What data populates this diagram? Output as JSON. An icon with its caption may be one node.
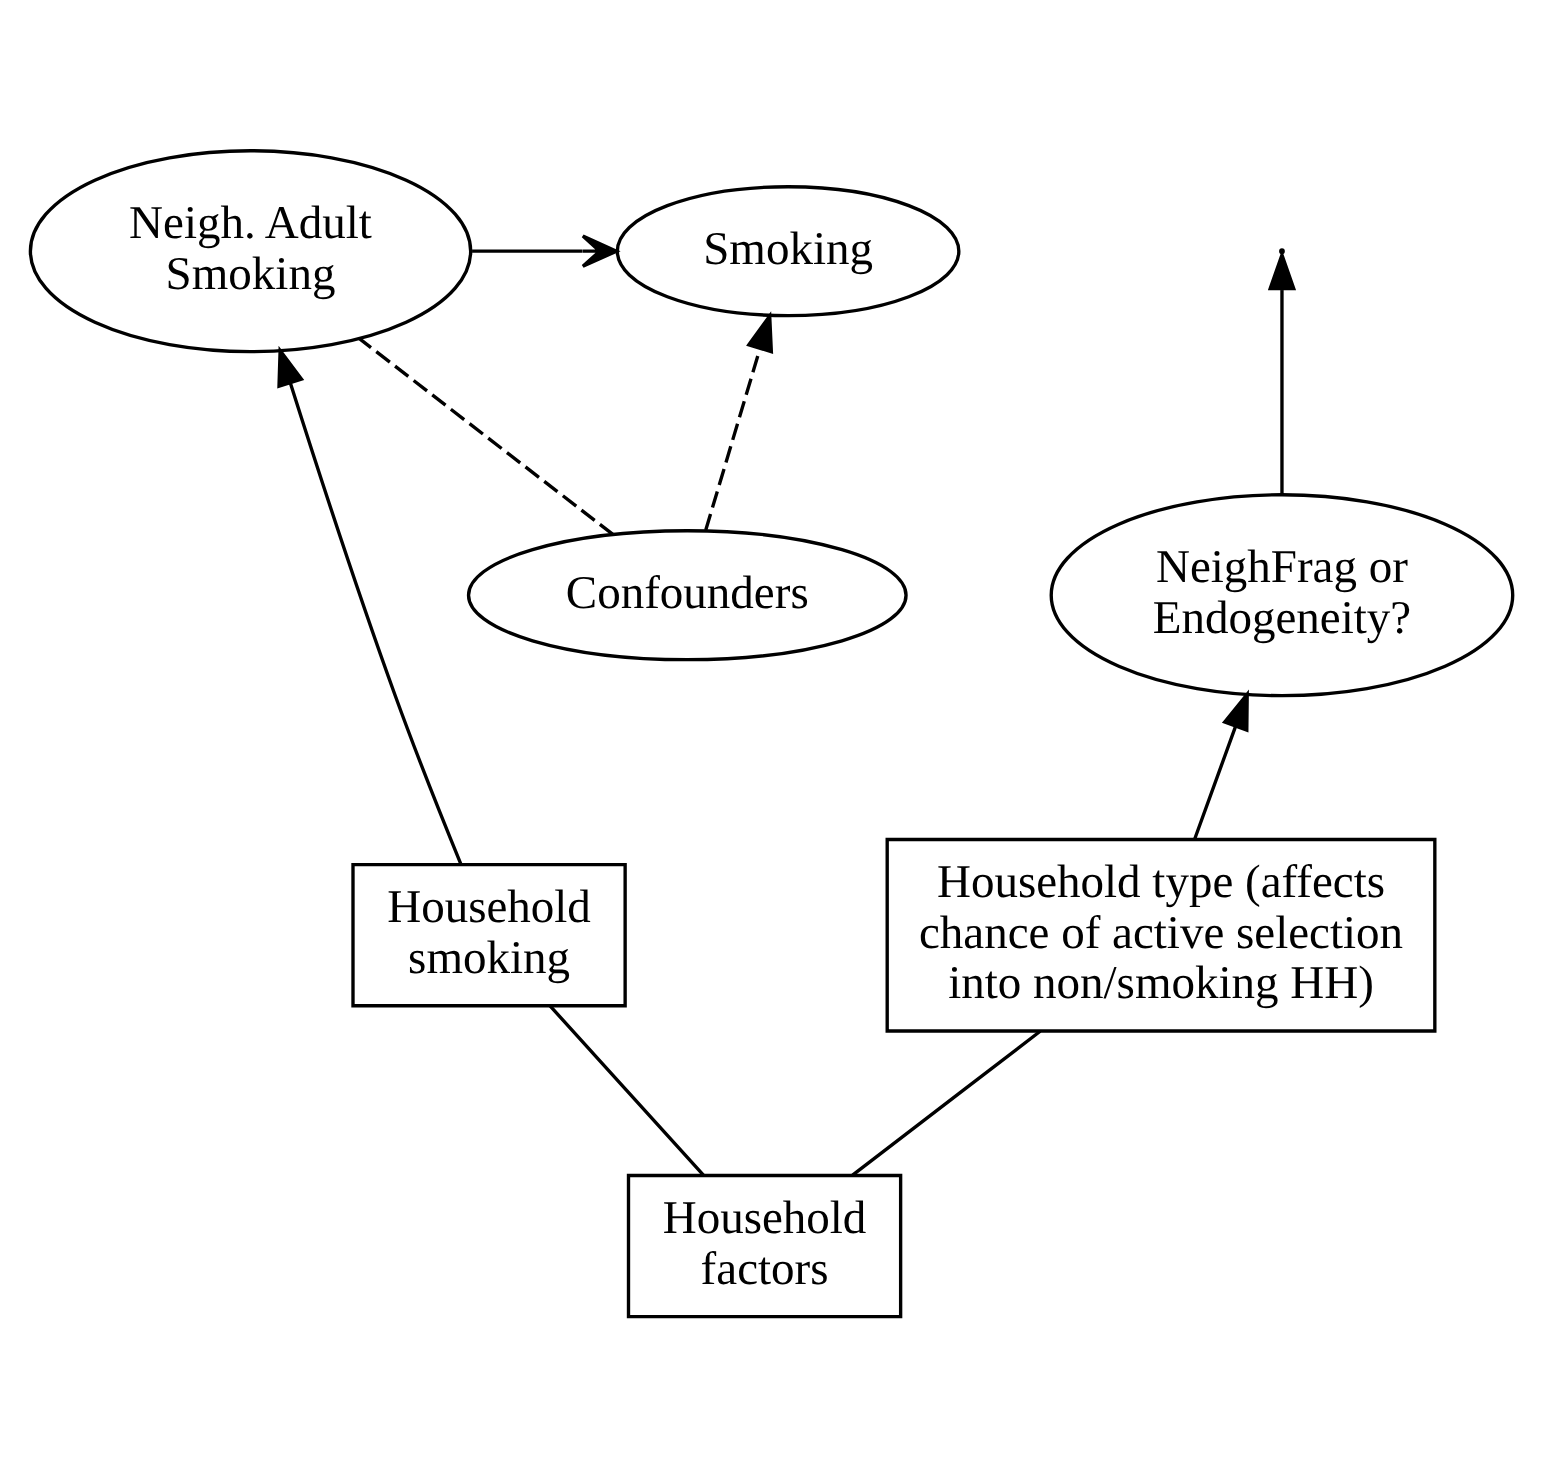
{
  "diagram": {
    "nodes": [
      {
        "text": [
          "Confounders"
        ]
      },
      {
        "text": [
          "Neigh. Adult Smoking"
        ]
      },
      {
        "text": [
          "Smoking"
        ]
      },
      {
        "text": [
          "Household smoking"
        ]
      },
      {
        "text": [
          "NeighFrag or Endogeneity?"
        ]
      },
      {
        "text": [
          "Household type (affects chance of active selection into non/smoking HH)"
        ]
      },
      {
        "text": [
          "Household factors"
        ]
      }
    ],
    "edges": [
      {
        "from": 0,
        "to": 1,
        "arrow": "none",
        "style": "dashed"
      },
      {
        "from": 0,
        "to": 2,
        "arrow": "to",
        "style": "dashed"
      },
      {
        "from": 1,
        "to": 2,
        "arrow": "to"
      },
      {
        "from": 3,
        "to": 1,
        "arrow": "to"
      },
      {
        "from": 4,
        "to": null,
        "arrow": "to"
      },
      {
        "from": 6,
        "to": 3,
        "arrow": "none"
      },
      {
        "from": 5,
        "to": 4,
        "arrow": "to"
      },
      {
        "from": 6,
        "to": 5,
        "arrow": "none"
      }
    ]
  }
}
